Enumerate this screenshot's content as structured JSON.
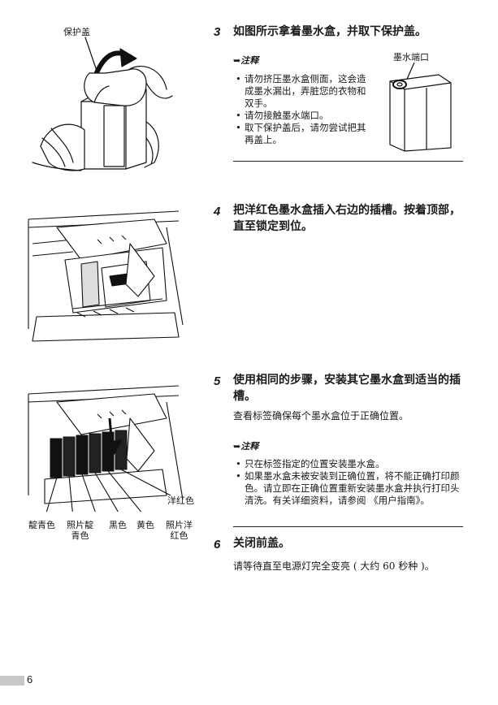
{
  "figures": {
    "fig1_label": "保护盖",
    "fig_port_label": "墨水端口",
    "fig3_labels": {
      "magenta": "洋红色",
      "cyan": "靛青色",
      "photo_cyan": "照片靛\n青色",
      "black": "黑色",
      "yellow": "黄色",
      "photo_magenta": "照片洋\n红色"
    }
  },
  "steps": [
    {
      "number": "3",
      "title": "如图所示拿着墨水盒，并取下保护盖。",
      "note_label": "注释",
      "notes": [
        "请勿挤压墨水盒侧面，这会造成墨水漏出，弄脏您的衣物和双手。",
        "请勿接触墨水端口。",
        "取下保护盖后，请勿尝试把其再盖上。"
      ]
    },
    {
      "number": "4",
      "title": "把洋红色墨水盒插入右边的插槽。按着顶部，直至锁定到位。"
    },
    {
      "number": "5",
      "title": "使用相同的步骤，安装其它墨水盒到适当的插槽。",
      "body": "查看标签确保每个墨水盒位于正确位置。",
      "note_label": "注释",
      "notes": [
        "只在标签指定的位置安装墨水盒。",
        "如果墨水盒未被安装到正确位置，将不能正确打印颜色。请立即在正确位置重新安装墨水盒并执行打印头清洗。有关详细资料，请参阅 《用户指南》。"
      ]
    },
    {
      "number": "6",
      "title": "关闭前盖。",
      "body": "请等待直至电源灯完全变亮 ( 大约 60 秒种 )。"
    }
  ],
  "page_number": "6"
}
